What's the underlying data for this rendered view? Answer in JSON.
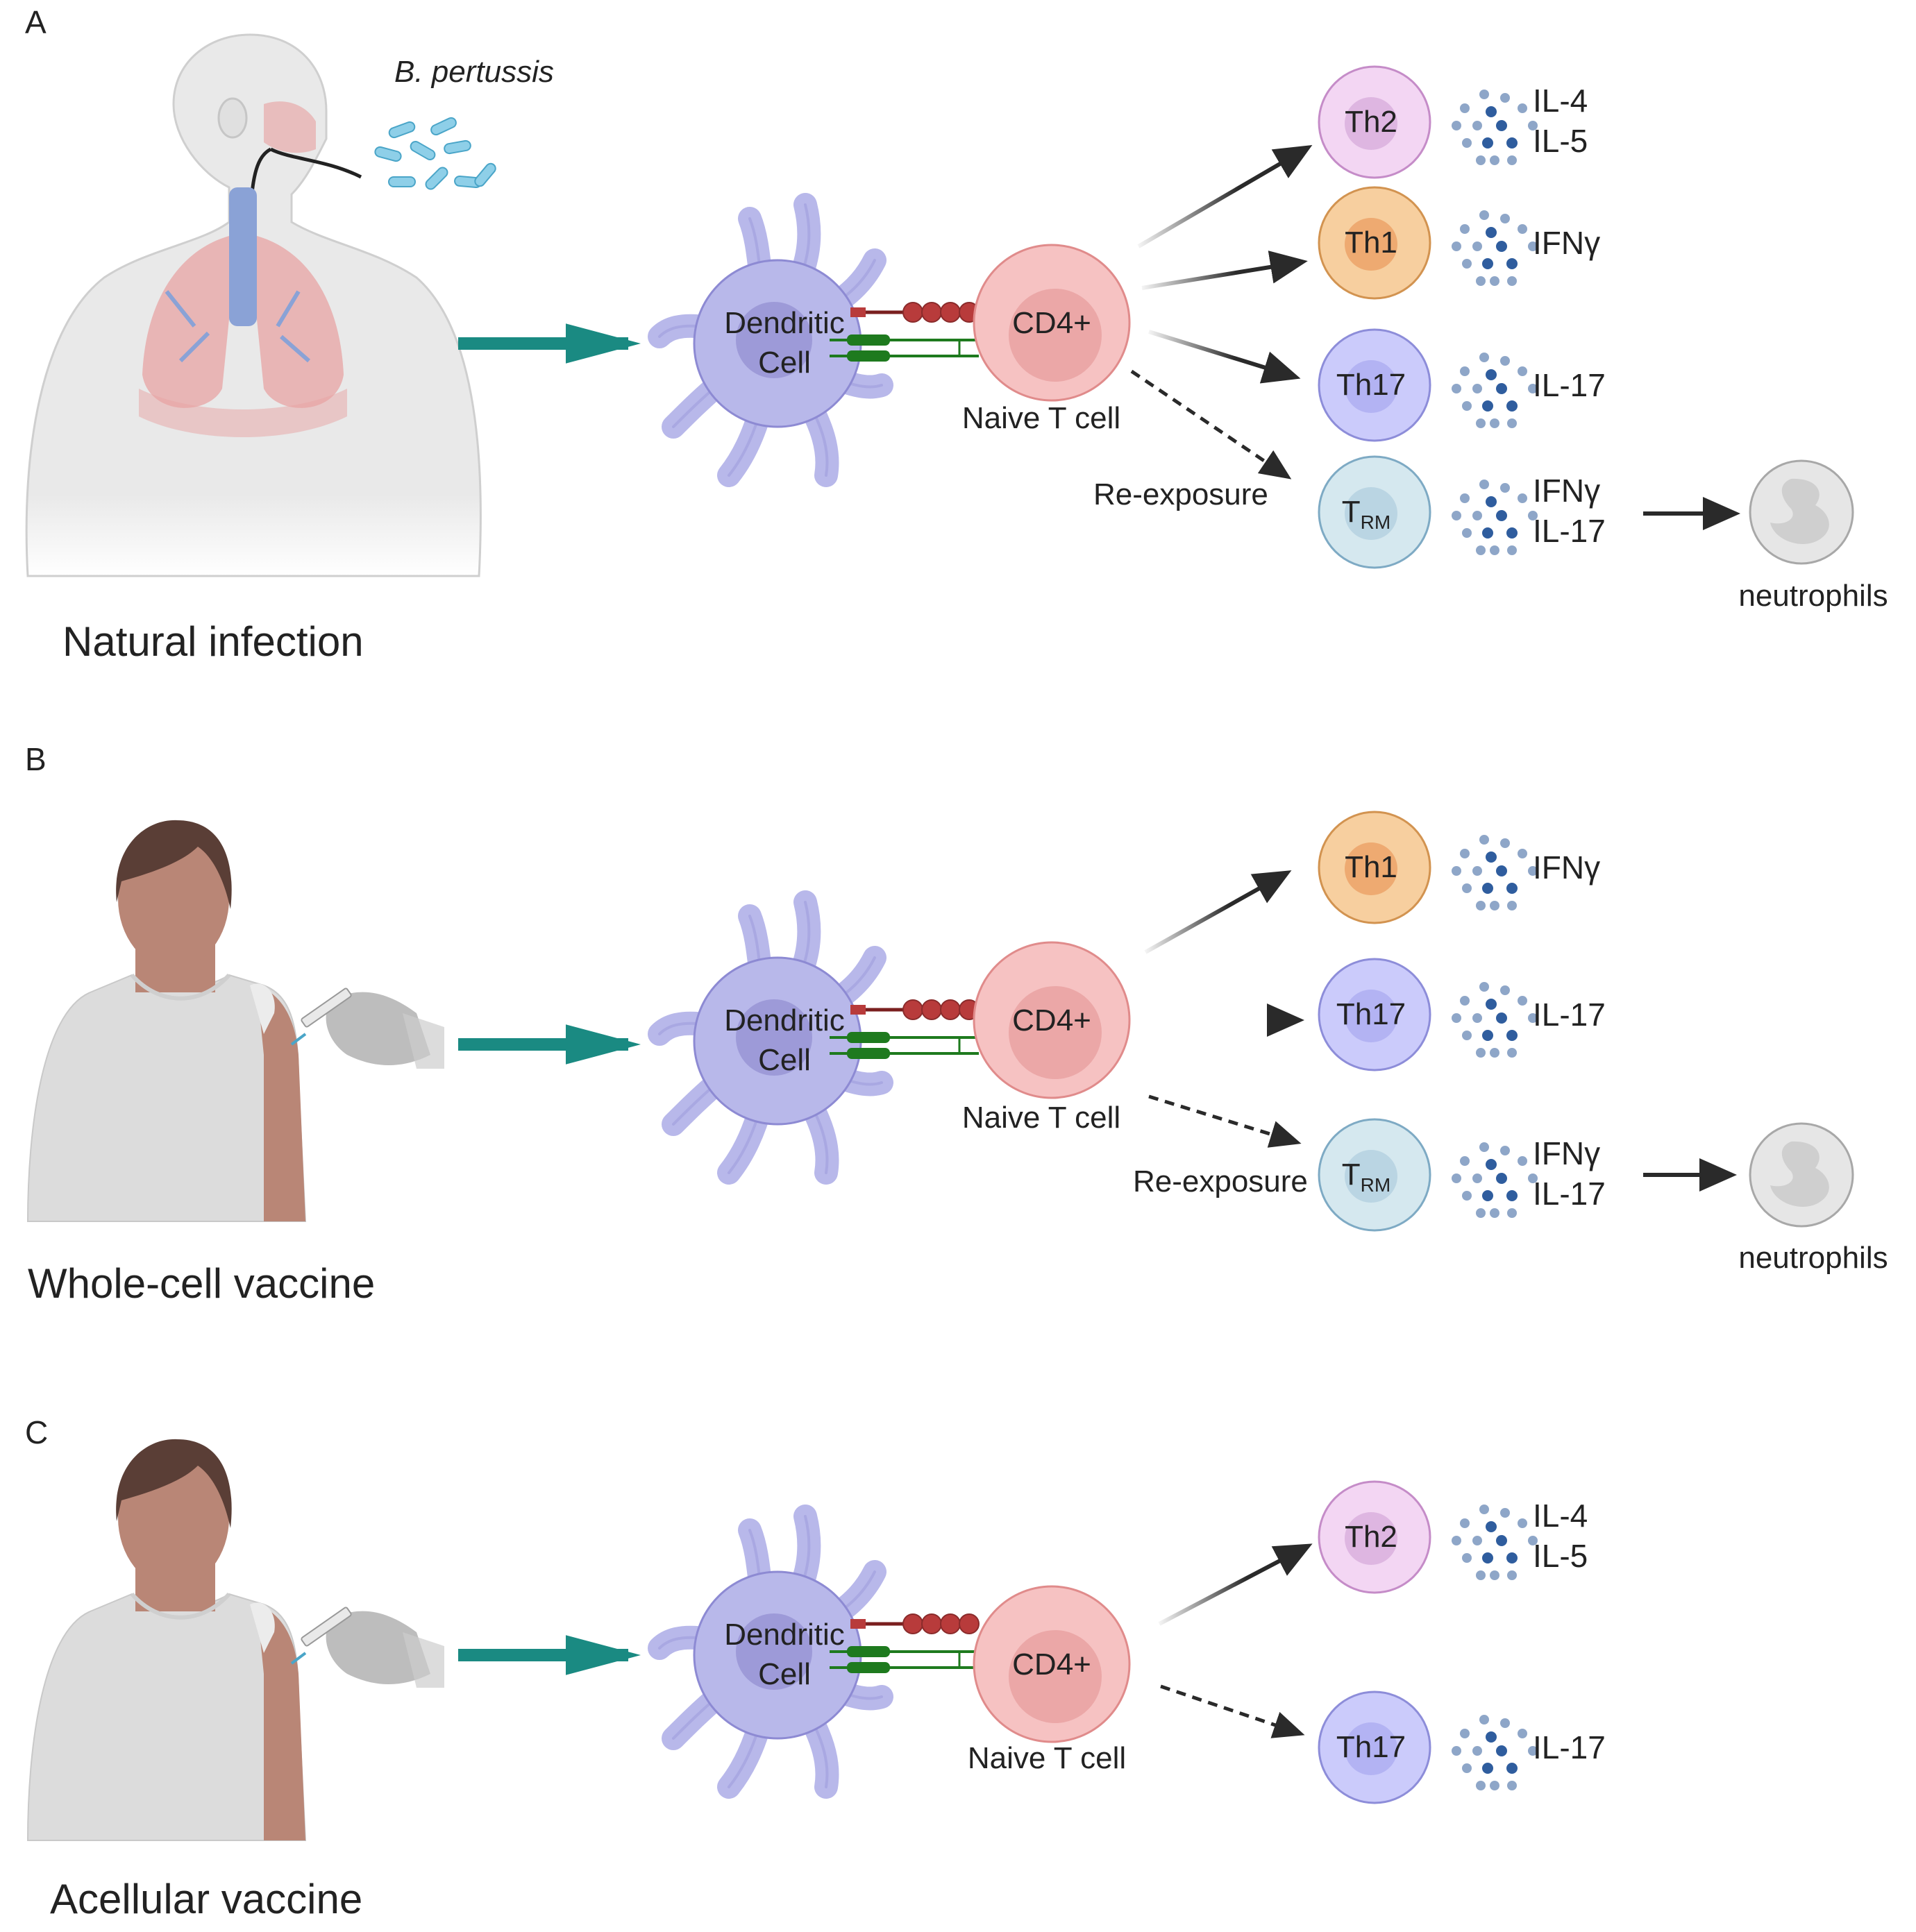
{
  "colors": {
    "teal_arrow": "#1a8a82",
    "dark_arrow": "#2a2a2a",
    "th2_fill": "#f3d6f3",
    "th2_stroke": "#c58cc8",
    "th2_nuc": "#dcb2df",
    "th1_fill": "#f7cf9f",
    "th1_stroke": "#d29350",
    "th1_nuc": "#eca56c",
    "th17_fill": "#cbcbfb",
    "th17_stroke": "#8d8dd9",
    "th17_nuc": "#b0b0f2",
    "trm_fill": "#d5e8ef",
    "trm_stroke": "#7eaac4",
    "trm_nuc": "#b7d3e1",
    "cd4_fill": "#f6c2c2",
    "cd4_stroke": "#e08b8b",
    "cd4_nuc": "#e9a2a2",
    "dc_fill": "#b8b8ea",
    "dc_stroke": "#8d8ad3",
    "dc_nuc": "#9a97d6",
    "neutrophil_fill": "#e6e6e6",
    "neutrophil_stroke": "#a8a8a8",
    "bacteria": "#8ecfe8",
    "skin": "#b98676",
    "hair": "#5a3e36",
    "shirt": "#dcdcdc",
    "tcr_green": "#1e7a1e",
    "mhc_red": "#b83b3b"
  },
  "icons": [
    "human-respiratory-icon",
    "vaccinated-person-icon",
    "syringe-icon",
    "dendritic-cell-icon",
    "cd4-t-cell-icon",
    "neutrophil-icon",
    "cytokine-dots-icon",
    "bacteria-icon"
  ],
  "panels": [
    {
      "label": "A",
      "caption": "Natural infection",
      "pathogen": "B. pertussis",
      "dc_label": [
        "Dendritic",
        "Cell"
      ],
      "tcell_label": "CD4+",
      "naive_label": "Naive T cell",
      "reexposure": "Re-exposure",
      "cells": [
        {
          "name": "Th2",
          "cytokines": [
            "IL-4",
            "IL-5"
          ]
        },
        {
          "name": "Th1",
          "cytokines": [
            "IFNγ"
          ]
        },
        {
          "name": "Th17",
          "cytokines": [
            "IL-17"
          ]
        },
        {
          "name": "T",
          "sub": "RM",
          "cytokines": [
            "IFNγ",
            "IL-17"
          ]
        }
      ],
      "neutrophils": "neutrophils"
    },
    {
      "label": "B",
      "caption": "Whole-cell vaccine",
      "dc_label": [
        "Dendritic",
        "Cell"
      ],
      "tcell_label": "CD4+",
      "naive_label": "Naive T cell",
      "reexposure": "Re-exposure",
      "cells": [
        {
          "name": "Th1",
          "cytokines": [
            "IFNγ"
          ]
        },
        {
          "name": "Th17",
          "cytokines": [
            "IL-17"
          ]
        },
        {
          "name": "T",
          "sub": "RM",
          "cytokines": [
            "IFNγ",
            "IL-17"
          ]
        }
      ],
      "neutrophils": "neutrophils"
    },
    {
      "label": "C",
      "caption": "Acellular vaccine",
      "dc_label": [
        "Dendritic",
        "Cell"
      ],
      "tcell_label": "CD4+",
      "naive_label": "Naive T cell",
      "cells": [
        {
          "name": "Th2",
          "cytokines": [
            "IL-4",
            "IL-5"
          ]
        },
        {
          "name": "Th17",
          "cytokines": [
            "IL-17"
          ]
        }
      ]
    }
  ]
}
